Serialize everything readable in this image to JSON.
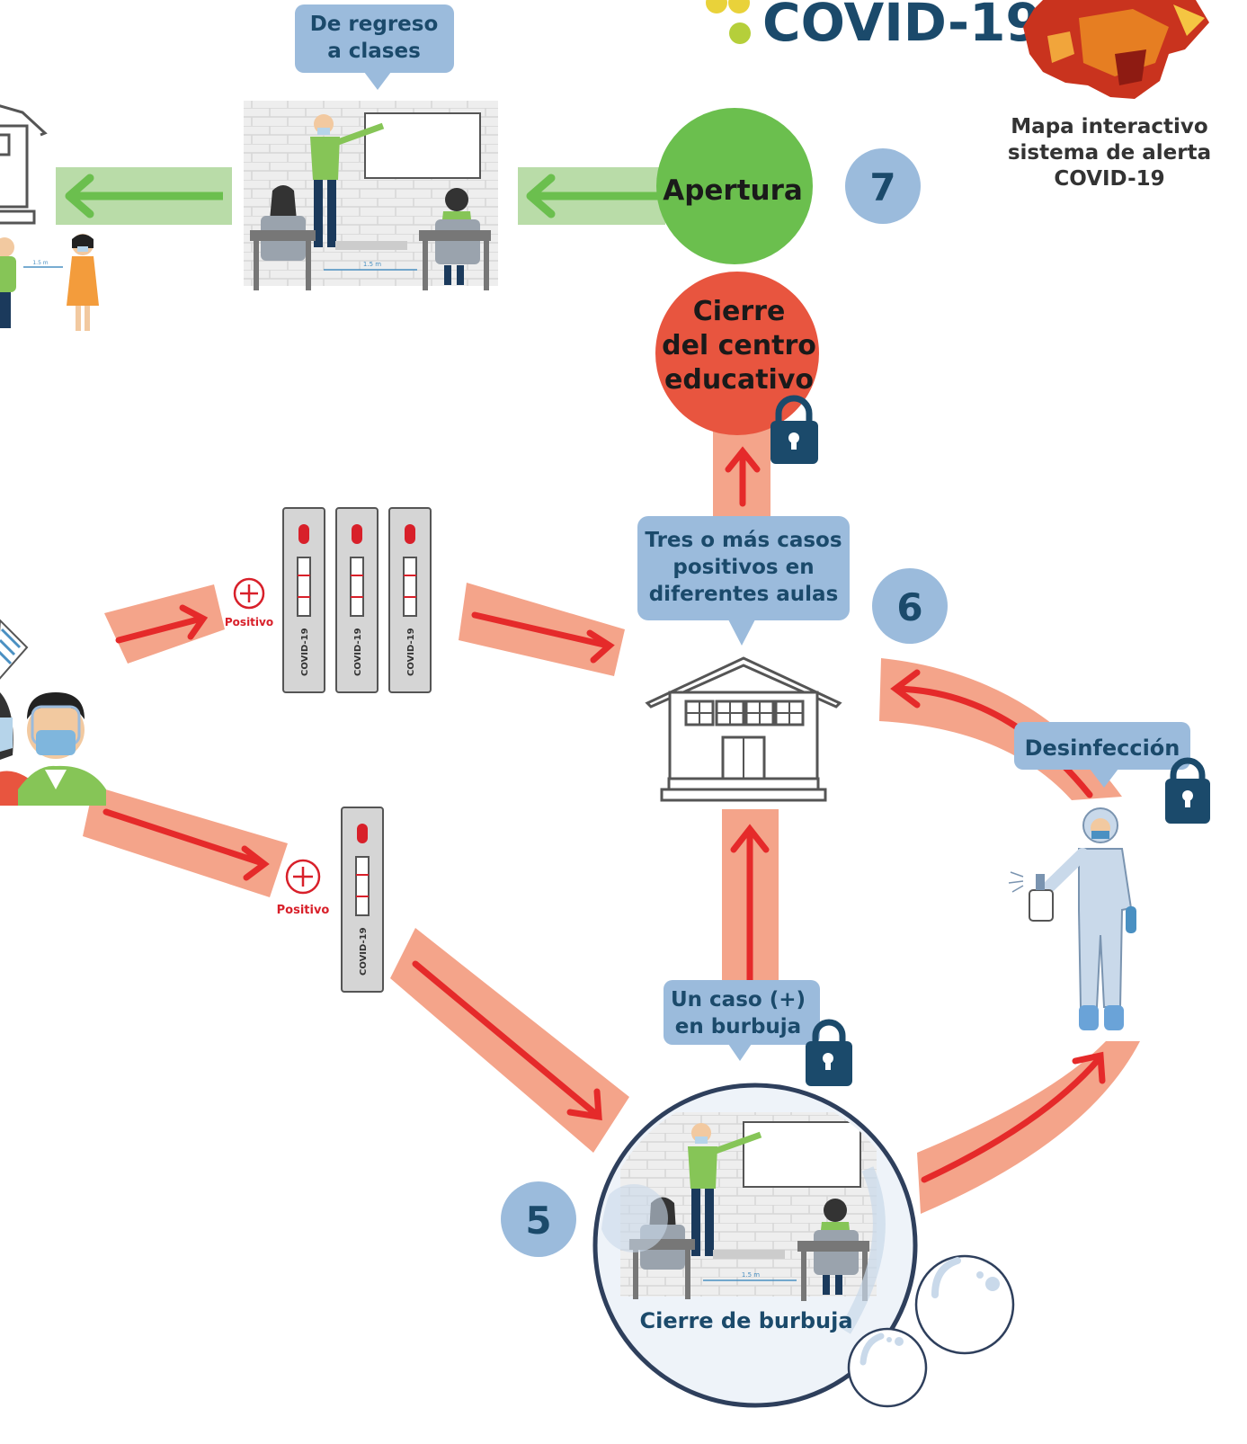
{
  "header": {
    "covid_label": "COVID-19",
    "map_caption": [
      "Mapa interactivo",
      "sistema de alerta",
      "COVID-19"
    ]
  },
  "steps": {
    "back_to_class": [
      "De regreso",
      "a clases"
    ],
    "opening": "Apertura",
    "school_closure": [
      "Cierre",
      "del centro",
      "educativo"
    ],
    "three_cases": [
      "Tres o más casos",
      "positivos en",
      "diferentes aulas"
    ],
    "disinfection": "Desinfección",
    "one_case": [
      "Un caso (+)",
      "en burbuja"
    ],
    "bubble_closure": "Cierre de burbuja"
  },
  "step_numbers": {
    "n7": "7",
    "n6": "6",
    "n5": "5"
  },
  "tests": {
    "label": "COVID-19",
    "positive_label": "Positivo"
  },
  "distance_label": "1.5 m",
  "colors": {
    "navy": "#1b4a6b",
    "bubble_blue": "#9bbbdc",
    "bubble_text": "#1b4a6b",
    "green": "#6bbf4e",
    "light_green": "#b9dca8",
    "red": "#e8553f",
    "salmon": "#f4a48a",
    "arrow_red": "#e52a2a",
    "yellow": "#e9d23a"
  },
  "icons": [
    "lock-icon",
    "school-building-icon",
    "test-cassette-icon",
    "positive-plus-icon",
    "soap-bubble-icon",
    "classroom-illustration",
    "disinfection-worker-illustration",
    "guatemala-map-icon"
  ]
}
